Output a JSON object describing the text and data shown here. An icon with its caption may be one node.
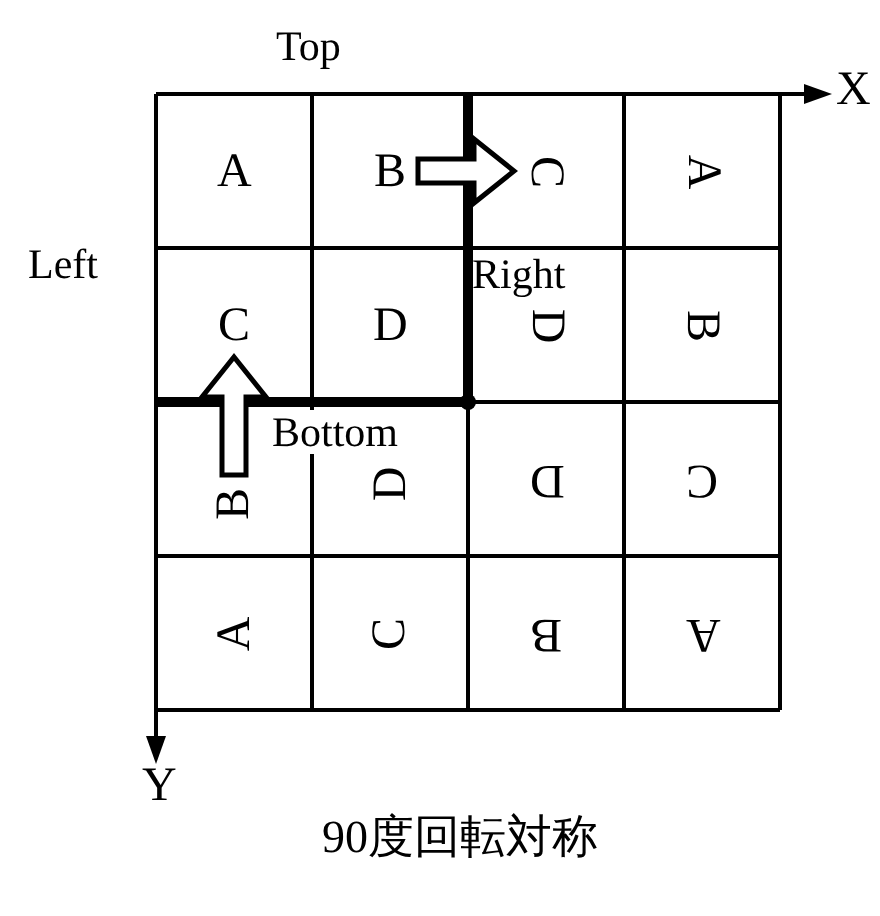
{
  "diagram": {
    "caption": "90度回転対称",
    "nodes": [
      {
        "text": [
          "A"
        ]
      },
      {
        "text": [
          "B"
        ]
      },
      {
        "text": [
          "C"
        ]
      },
      {
        "text": [
          "A"
        ]
      },
      {
        "text": [
          "C"
        ]
      },
      {
        "text": [
          "D"
        ]
      },
      {
        "text": [
          "D"
        ]
      },
      {
        "text": [
          "B"
        ]
      },
      {
        "text": [
          "B"
        ]
      },
      {
        "text": [
          "D"
        ]
      },
      {
        "text": [
          "D"
        ]
      },
      {
        "text": [
          "C"
        ]
      },
      {
        "text": [
          "A"
        ]
      },
      {
        "text": [
          "C"
        ]
      },
      {
        "text": [
          "B"
        ]
      },
      {
        "text": [
          "A"
        ]
      }
    ],
    "edges": [
      {
        "from": 1,
        "to": 2,
        "arrow": "to"
      },
      {
        "from": 8,
        "to": 4,
        "arrow": "to"
      }
    ],
    "labels": [
      "Top",
      "X",
      "Left",
      "Right",
      "Bottom",
      "Y"
    ]
  }
}
